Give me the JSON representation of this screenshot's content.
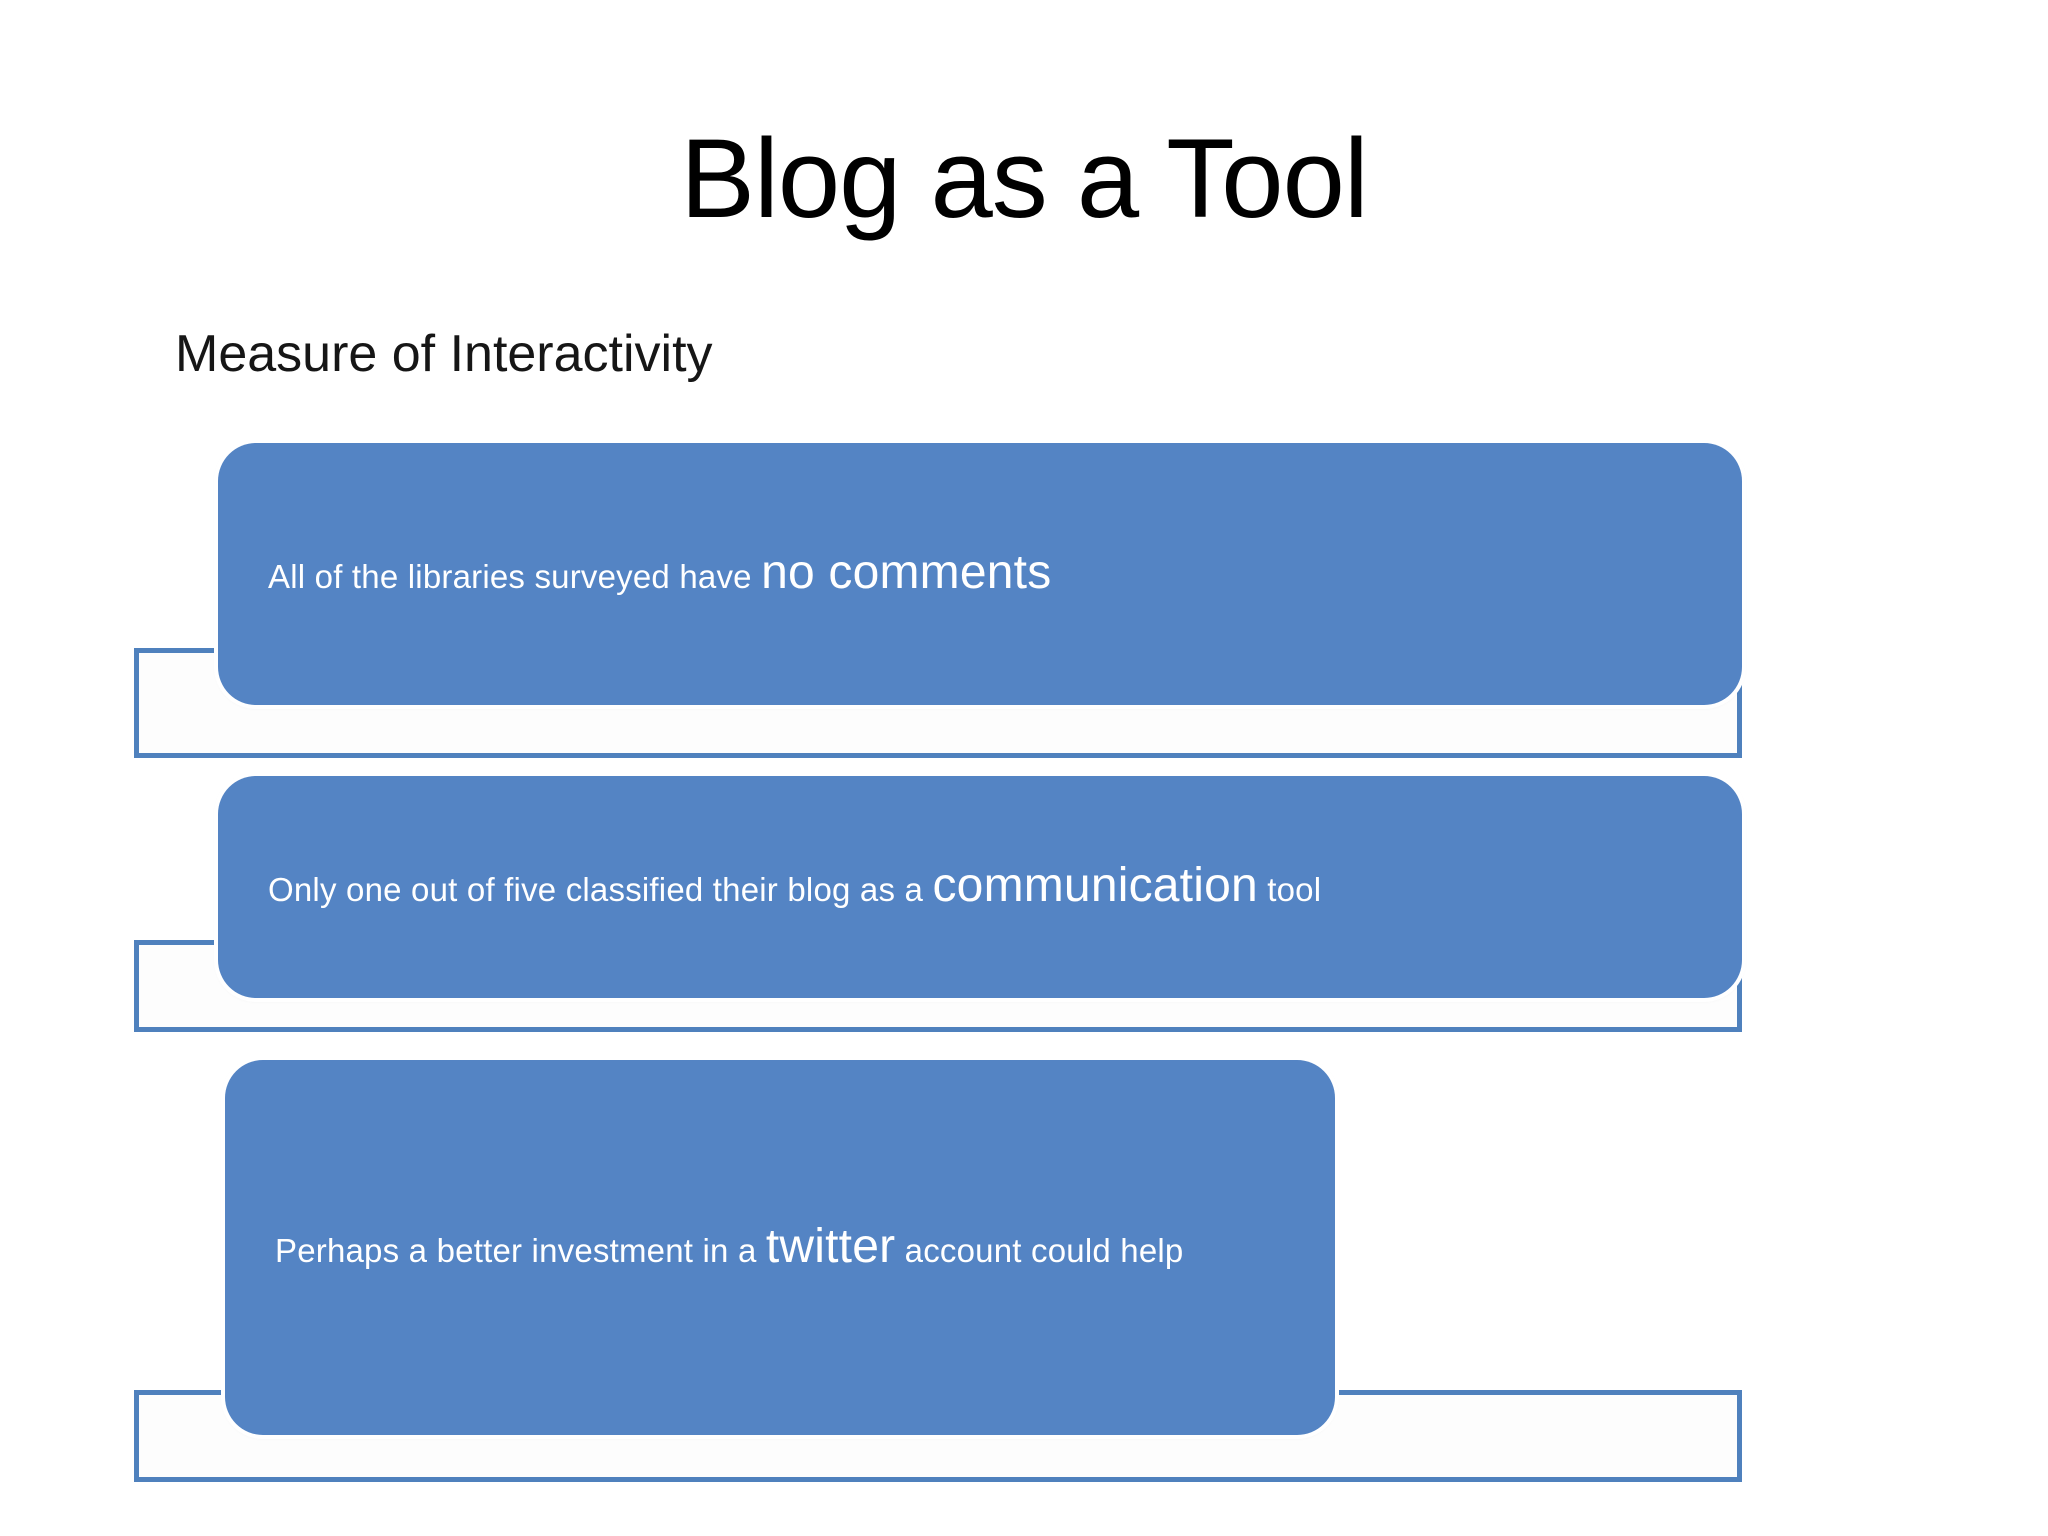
{
  "slide": {
    "title": "Blog as a Tool",
    "subtitle": "Measure of Interactivity",
    "background_color": "#FFFFFF",
    "accent_color": "#5484C4",
    "outline_color": "#4F81BD",
    "text_color_on_accent": "#FFFFFF"
  },
  "items": [
    {
      "id": "no-comments",
      "lead_text": "All of the libraries surveyed have ",
      "emphasis_text": "no comments",
      "trail_text": ""
    },
    {
      "id": "communication-tool",
      "lead_text": "Only one out of five classified their blog as a ",
      "emphasis_text": "communication",
      "trail_text": " tool"
    },
    {
      "id": "twitter-account",
      "lead_text": "Perhaps a better investment in a ",
      "emphasis_text": "twitter",
      "trail_text": " account could help"
    }
  ]
}
